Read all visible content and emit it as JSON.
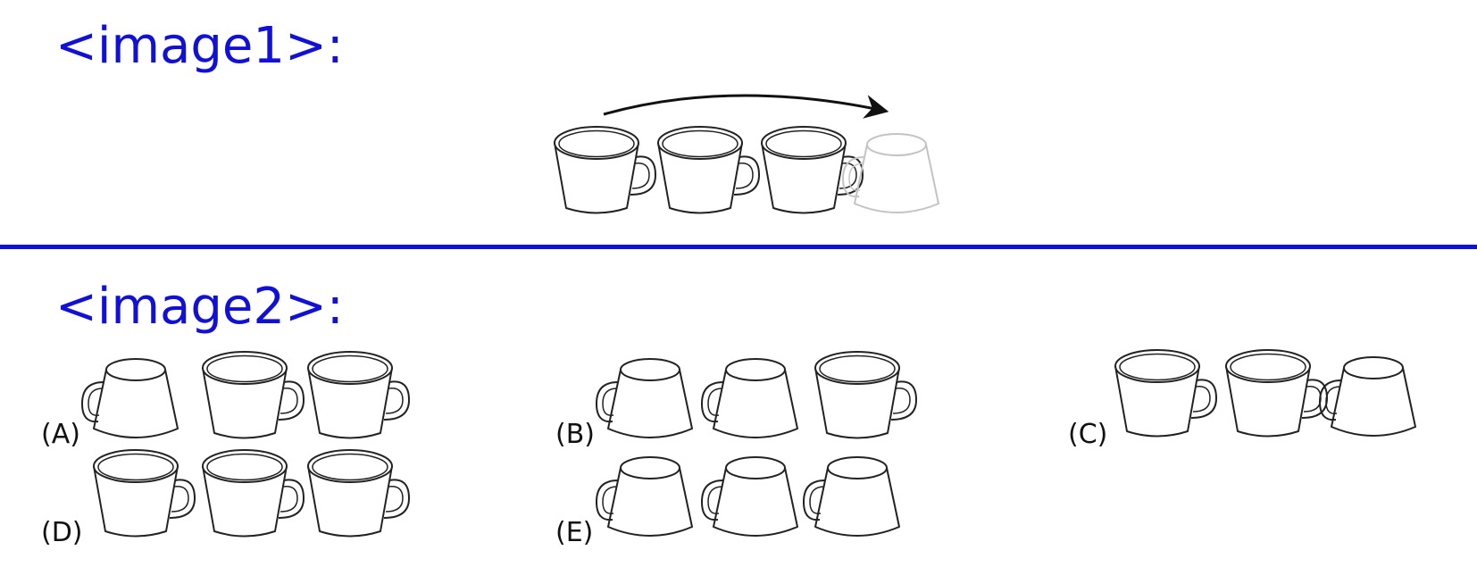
{
  "labels": {
    "image1": "<image1>:",
    "image2": "<image2>:"
  },
  "colors": {
    "label": "#1010d8",
    "divider": "#1010d8",
    "cup_stroke": "#222222",
    "ghost_stroke": "#c4c4c4"
  },
  "sequence": {
    "cups": [
      "upright",
      "upright",
      "upright",
      "ghost-upside-down"
    ],
    "arrow": "right"
  },
  "options": [
    {
      "letter": "(A)",
      "cups": [
        "upside-down",
        "upright",
        "upright"
      ]
    },
    {
      "letter": "(B)",
      "cups": [
        "upside-down",
        "upside-down",
        "upright"
      ]
    },
    {
      "letter": "(C)",
      "cups": [
        "upright",
        "upright",
        "upside-down"
      ]
    },
    {
      "letter": "(D)",
      "cups": [
        "upright",
        "upright",
        "upright"
      ]
    },
    {
      "letter": "(E)",
      "cups": [
        "upside-down",
        "upside-down",
        "upside-down"
      ]
    }
  ]
}
